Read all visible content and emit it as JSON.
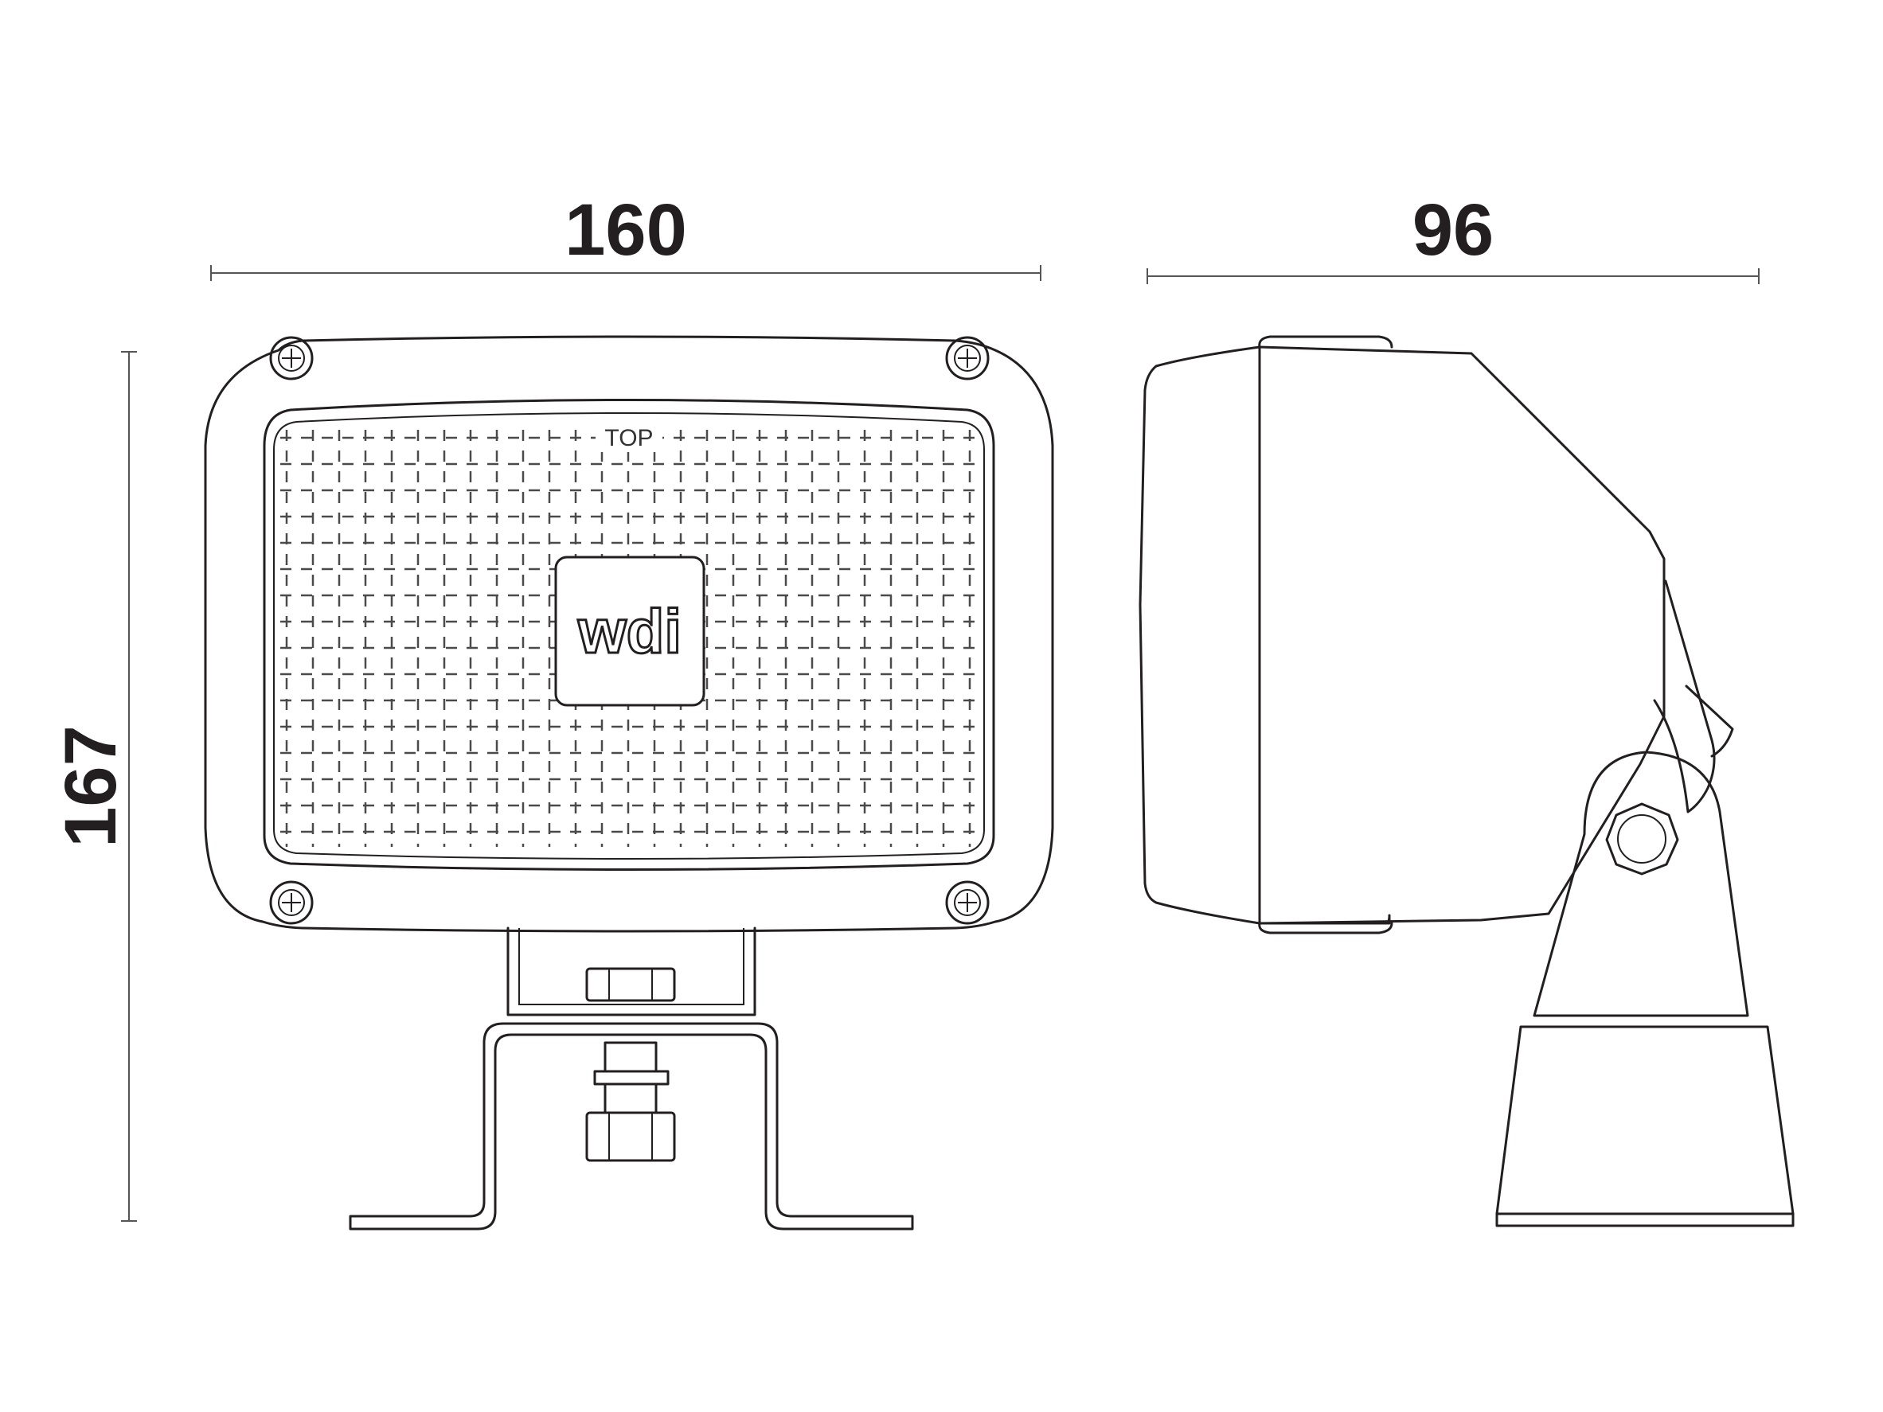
{
  "dimensions": {
    "width_front": "160",
    "width_side": "96",
    "height": "167"
  },
  "lens": {
    "top_marking": "TOP",
    "logo": "wdi"
  },
  "colors": {
    "line": "#231f20",
    "dimension_line": "#555555",
    "background": "#ffffff"
  }
}
